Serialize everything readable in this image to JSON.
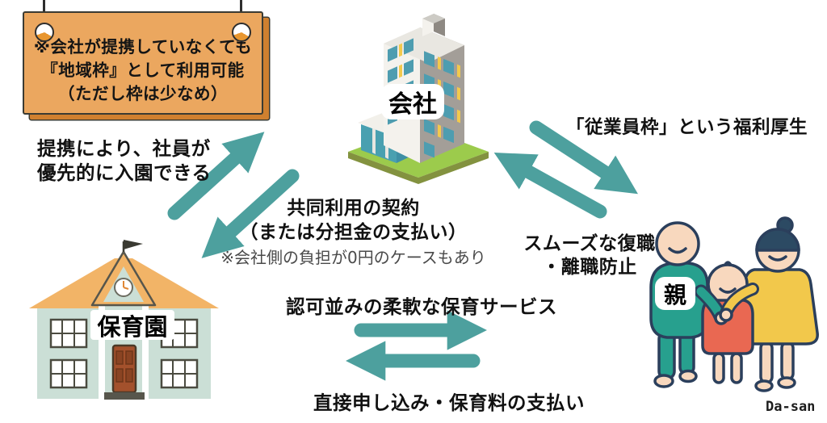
{
  "note_board": {
    "lines": [
      "※会社が提携していなくても",
      "『地域枠』として利用可能",
      "（ただし枠は少なめ）"
    ]
  },
  "nodes": {
    "company": {
      "label": "会社"
    },
    "nursery": {
      "label": "保育園"
    },
    "parents": {
      "label": "親"
    }
  },
  "relations": {
    "partnership": {
      "lines": [
        "提携により、社員が",
        "優先的に入園できる"
      ]
    },
    "joint_contract": {
      "lines": [
        "共同利用の契約",
        "（または分担金の支払い）"
      ],
      "note": "※会社側の負担が0円のケースもあり"
    },
    "employee_slot": {
      "label": "「従業員枠」という福利厚生"
    },
    "smooth_return": {
      "lines": [
        "スムーズな復職",
        "・離職防止"
      ]
    },
    "flexible_service": {
      "label": "認可並みの柔軟な保育サービス"
    },
    "direct_apply": {
      "label": "直接申し込み・保育料の支払い"
    }
  },
  "watermark": "Da-san",
  "colors": {
    "arrow_teal": "#4DA09E",
    "board_bg": "#EBA75F",
    "board_shadow": "#D0802F",
    "roof_orange": "#F2B467",
    "wall_mint": "#CBDFD6",
    "base_green": "#9CCB4C",
    "father_teal": "#27A08E",
    "mother_yellow": "#F2C84B",
    "child_coral": "#E96852",
    "skin": "#F8D8BE",
    "outline_navy": "#2B3F5C"
  }
}
